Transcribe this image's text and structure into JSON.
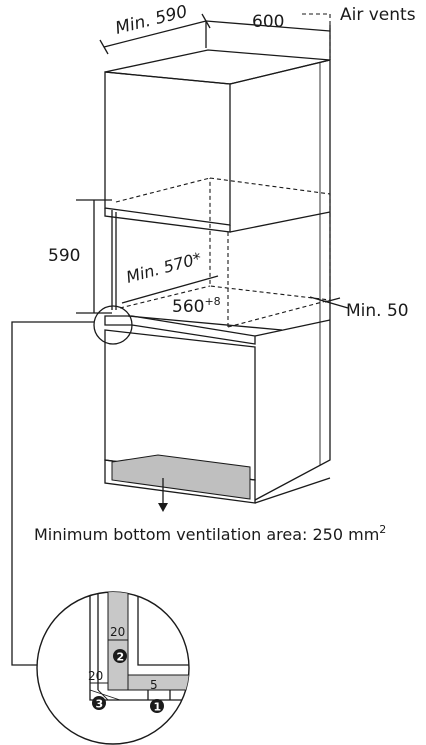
{
  "labels": {
    "min_width": "Min. 590",
    "depth": "600",
    "air_vents": "Air vents",
    "height": "590",
    "min_depth_star": "Min. 570*",
    "opening_width": "560",
    "opening_width_sup": "+8",
    "min_gap": "Min. 50",
    "bottom_vent": "Minimum bottom ventilation area: 250 mm",
    "bottom_vent_sup": "2"
  },
  "detail": {
    "dim_20_top": "20",
    "dim_20_left": "20",
    "dim_5": "5",
    "badge_1": "1",
    "badge_2": "2",
    "badge_3": "3"
  },
  "colors": {
    "panel_fill": "#c8c8c8",
    "vent_fill": "#bfbfbf",
    "ink": "#1a1a1a"
  }
}
